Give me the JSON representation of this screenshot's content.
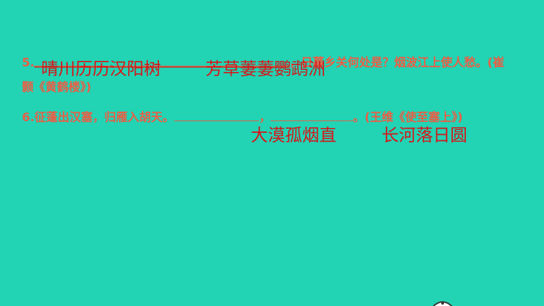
{
  "q5": {
    "number": "5.",
    "tail": "，日暮乡关何处是？烟波江上使人愁。(崔",
    "line2": "颢《黄鹤楼》)",
    "answer1": "晴川历历汉阳树",
    "answer2": "芳草萋萋鹦鹉洲"
  },
  "q6": {
    "prefix": "6.征蓬出汉塞，归雁入胡天。",
    "sep": "，",
    "end": "。",
    "source": "(王维《使至塞上》)",
    "answer1": "大漠孤烟直",
    "answer2": "长河落日圆"
  },
  "colors": {
    "background": "#22d3b4",
    "question_text": "#e95f45",
    "answer_text": "#d4181a"
  }
}
